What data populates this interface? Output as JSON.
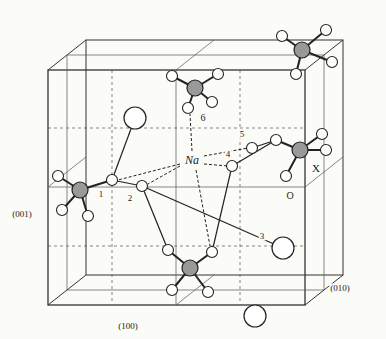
{
  "diagram": {
    "labels": [
      "6",
      "Na",
      "1",
      "2",
      "4",
      "5",
      "X",
      "O",
      "3",
      "(001)",
      "(010)",
      "(100)"
    ]
  }
}
